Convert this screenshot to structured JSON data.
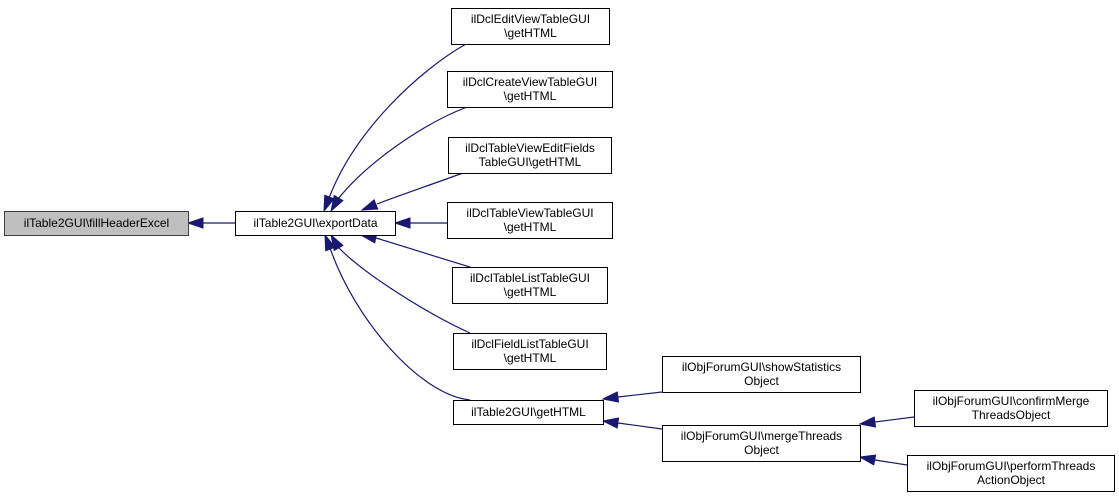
{
  "diagram": {
    "type": "call-graph",
    "edge_color": "#191970",
    "root_fill": "#bfbfbf",
    "nodes": [
      {
        "id": "fillHeaderExcel",
        "lines": [
          "ilTable2GUI\\fillHeaderExcel"
        ],
        "root": true
      },
      {
        "id": "exportData",
        "lines": [
          "ilTable2GUI\\exportData"
        ]
      },
      {
        "id": "editView",
        "lines": [
          "ilDclEditViewTableGUI",
          "\\getHTML"
        ]
      },
      {
        "id": "createView",
        "lines": [
          "ilDclCreateViewTableGUI",
          "\\getHTML"
        ]
      },
      {
        "id": "tableViewEditFields",
        "lines": [
          "ilDclTableViewEditFields",
          "TableGUI\\getHTML"
        ]
      },
      {
        "id": "tableView",
        "lines": [
          "ilDclTableViewTableGUI",
          "\\getHTML"
        ]
      },
      {
        "id": "tableList",
        "lines": [
          "ilDclTableListTableGUI",
          "\\getHTML"
        ]
      },
      {
        "id": "fieldList",
        "lines": [
          "ilDclFieldListTableGUI",
          "\\getHTML"
        ]
      },
      {
        "id": "getHTML",
        "lines": [
          "ilTable2GUI\\getHTML"
        ]
      },
      {
        "id": "showStatistics",
        "lines": [
          "ilObjForumGUI\\showStatistics",
          "Object"
        ]
      },
      {
        "id": "mergeThreads",
        "lines": [
          "ilObjForumGUI\\mergeThreads",
          "Object"
        ]
      },
      {
        "id": "confirmMerge",
        "lines": [
          "ilObjForumGUI\\confirmMerge",
          "ThreadsObject"
        ]
      },
      {
        "id": "performThreads",
        "lines": [
          "ilObjForumGUI\\performThreads",
          "ActionObject"
        ]
      }
    ],
    "edges": [
      {
        "from": "exportData",
        "to": "fillHeaderExcel"
      },
      {
        "from": "editView",
        "to": "exportData"
      },
      {
        "from": "createView",
        "to": "exportData"
      },
      {
        "from": "tableViewEditFields",
        "to": "exportData"
      },
      {
        "from": "tableView",
        "to": "exportData"
      },
      {
        "from": "tableList",
        "to": "exportData"
      },
      {
        "from": "fieldList",
        "to": "exportData"
      },
      {
        "from": "getHTML",
        "to": "exportData"
      },
      {
        "from": "showStatistics",
        "to": "getHTML"
      },
      {
        "from": "mergeThreads",
        "to": "getHTML"
      },
      {
        "from": "confirmMerge",
        "to": "mergeThreads"
      },
      {
        "from": "performThreads",
        "to": "mergeThreads"
      }
    ]
  }
}
